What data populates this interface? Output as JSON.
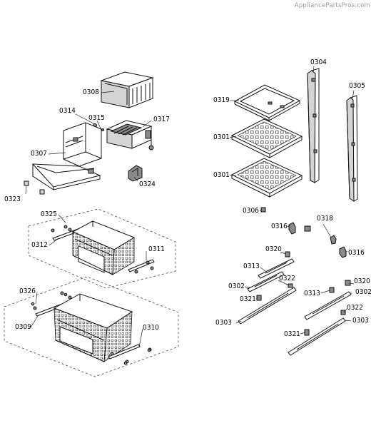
{
  "watermark": "AppliancePartsPros.com",
  "labels": {
    "p0304": "0304",
    "p0305": "0305",
    "p0308": "0308",
    "p0319": "0319",
    "p0314": "0314",
    "p0315": "0315",
    "p0317": "0317",
    "p0301a": "0301",
    "p0307": "0307",
    "p0301b": "0301",
    "p0324": "0324",
    "p0323": "0323",
    "p0306": "0306",
    "p0325": "0325",
    "p0318": "0318",
    "p0316a": "0316",
    "p0312": "0312",
    "p0311": "0311",
    "p0320a": "0320",
    "p0316b": "0316",
    "p0313a": "0313",
    "p0322a": "0322",
    "p0302a": "0302",
    "p0320b": "0320",
    "p0326": "0326",
    "p0321a": "0321",
    "p0313b": "0313",
    "p0302b": "0302",
    "p0309": "0309",
    "p0322b": "0322",
    "p0303a": "0303",
    "p0310": "0310",
    "p0303b": "0303",
    "p0321b": "0321"
  }
}
